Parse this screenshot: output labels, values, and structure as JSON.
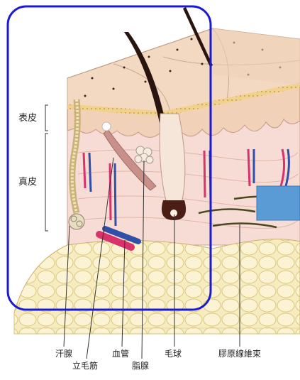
{
  "diagram": {
    "side_labels": {
      "epidermis": "表皮",
      "dermis": "真皮"
    },
    "bottom_labels": {
      "sweat_gland": "汗腺",
      "arrector_pili": "立毛筋",
      "blood_vessel": "血管",
      "sebaceous_gland": "脂腺",
      "hair_bulb": "毛球",
      "collagen_bundle": "膠原線維束"
    },
    "colors": {
      "highlight_frame": "#1a1ad6",
      "overlay_box": "#5b9bd5",
      "epidermis": "#f1d2b8",
      "dermis": "#f6dcd4",
      "subcutaneous_fat": "#f6eab8",
      "hair": "#2a1410",
      "artery": "#d8336a",
      "vein": "#2f4fa8"
    }
  }
}
